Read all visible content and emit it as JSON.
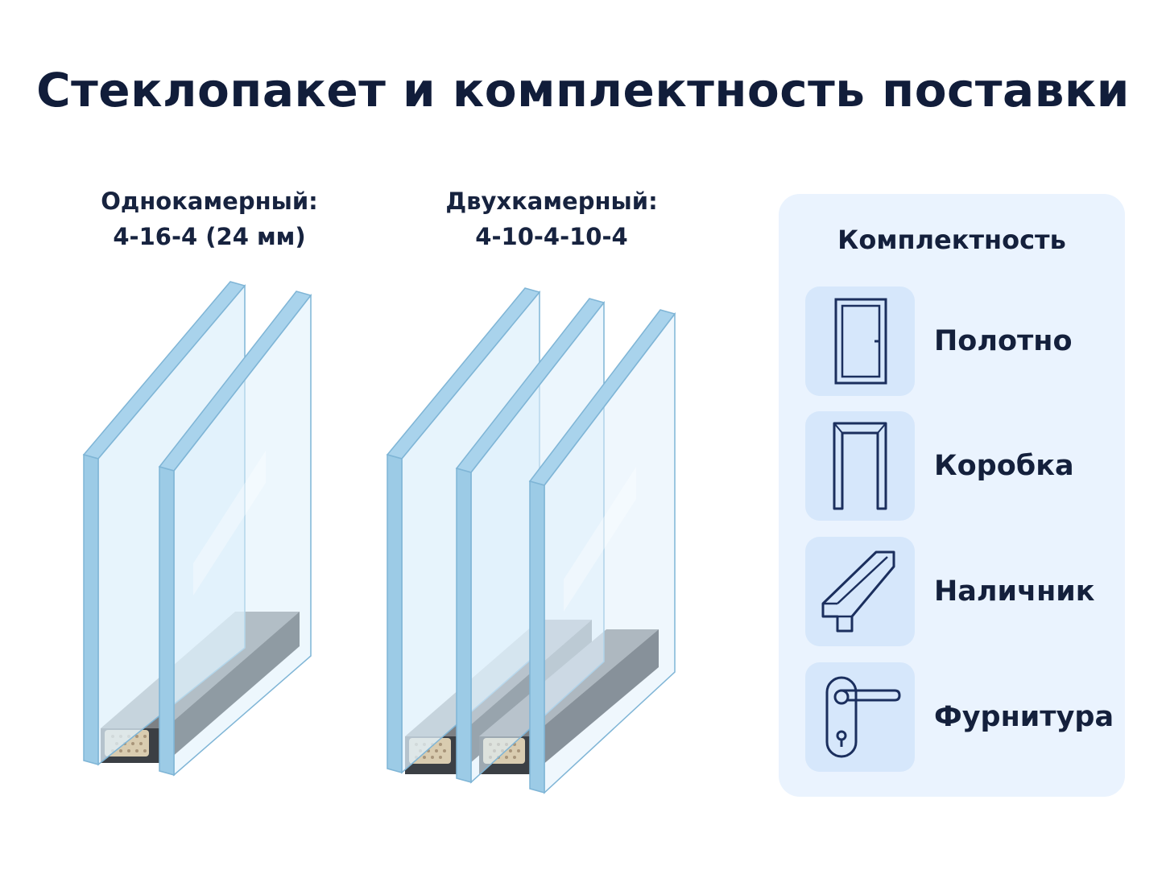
{
  "title": "Стеклопакет и комплектность поставки",
  "units": {
    "single": {
      "name": "Однокамерный:",
      "formula": "4-16-4 (24 мм)"
    },
    "double": {
      "name": "Двухкамерный:",
      "formula": "4-10-4-10-4"
    }
  },
  "kit": {
    "title": "Комплектность",
    "items": [
      {
        "label": "Полотно",
        "icon": "door-leaf-icon"
      },
      {
        "label": "Коробка",
        "icon": "door-frame-icon"
      },
      {
        "label": "Наличник",
        "icon": "door-casing-icon"
      },
      {
        "label": "Фурнитура",
        "icon": "door-handle-icon"
      }
    ]
  },
  "colors": {
    "glass_fill": "#dff0fb",
    "glass_edge": "#9ccbe6",
    "glass_stroke": "#7fb5d6",
    "spacer_top": "#7d8185",
    "spacer_side": "#2f3338",
    "desiccant": "#d9ccb0",
    "icon_stroke": "#1b2f5e",
    "panel_bg": "#eaf3fe",
    "icon_bg": "#d6e7fb"
  }
}
